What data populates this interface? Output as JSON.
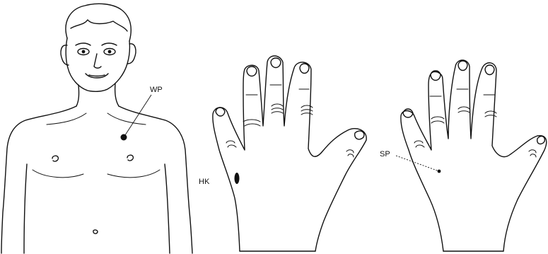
{
  "figures": [
    {
      "name": "torso",
      "point_label": "WP"
    },
    {
      "name": "hand-back",
      "point_label": "HK"
    },
    {
      "name": "hand-palm",
      "point_label": "SP"
    }
  ]
}
